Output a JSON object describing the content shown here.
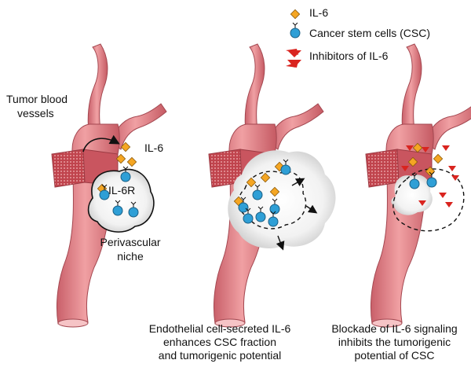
{
  "legend": {
    "il6": "IL-6",
    "csc": "Cancer stem cells (CSC)",
    "inhibitors": "Inhibitors of IL-6"
  },
  "labels": {
    "tumor_vessels": [
      "Tumor blood",
      "vessels"
    ],
    "il6": "IL-6",
    "il6r": "IL-6R",
    "niche": [
      "Perivascular",
      "niche"
    ]
  },
  "captions": {
    "middle": [
      "Endothelial cell-secreted IL-6",
      "enhances CSC fraction",
      "and  tumorigenic potential"
    ],
    "right": [
      "Blockade of IL-6 signaling",
      "inhibits the tumorigenic",
      "potential of CSC"
    ]
  },
  "colors": {
    "vessel": "#e8878a",
    "vessel_dark": "#b84d55",
    "cell": "#2f9fd6",
    "il6": "#f5a623",
    "inhibitor": "#d9241f"
  }
}
